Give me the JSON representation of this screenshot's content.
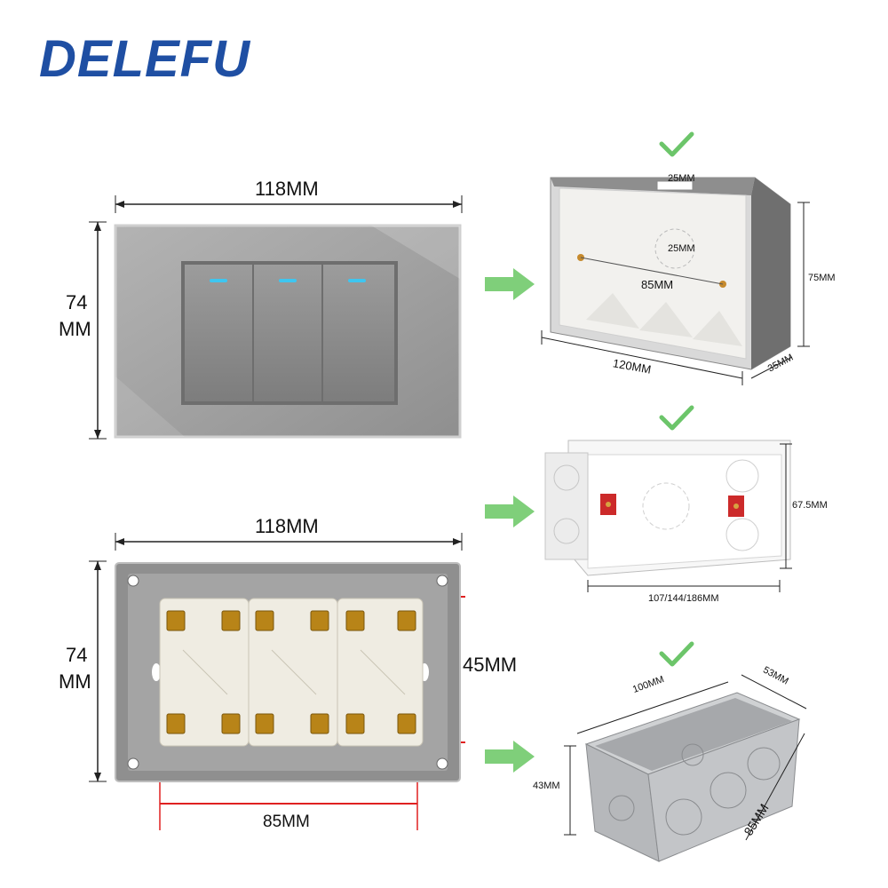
{
  "brand": {
    "name": "DELEFU"
  },
  "top_panel": {
    "width_label": "118MM",
    "height_label_line1": "74",
    "height_label_line2": "MM",
    "buttons": 3
  },
  "back_panel": {
    "width_label": "118MM",
    "height_label_line1": "74",
    "height_label_line2": "MM",
    "mount_height_label": "45MM",
    "mount_width_label": "85MM"
  },
  "box_white_grey": {
    "top_slot_label": "25MM",
    "hole_label": "25MM",
    "screw_spacing_label": "85MM",
    "width_label": "120MM",
    "height_label": "75MM",
    "depth_label": "35MM"
  },
  "box_white_open": {
    "height_label": "67.5MM",
    "width_label": "107/144/186MM"
  },
  "box_metal": {
    "length_label": "100MM",
    "depth_label": "53MM",
    "height_label": "43MM",
    "spacing_label": "85MM"
  },
  "colors": {
    "brand": "#1f4fa3",
    "check": "#6cc56a",
    "arrow": "#7fcf7a",
    "measure": "#e02020",
    "panel": "#9a9a9a"
  }
}
